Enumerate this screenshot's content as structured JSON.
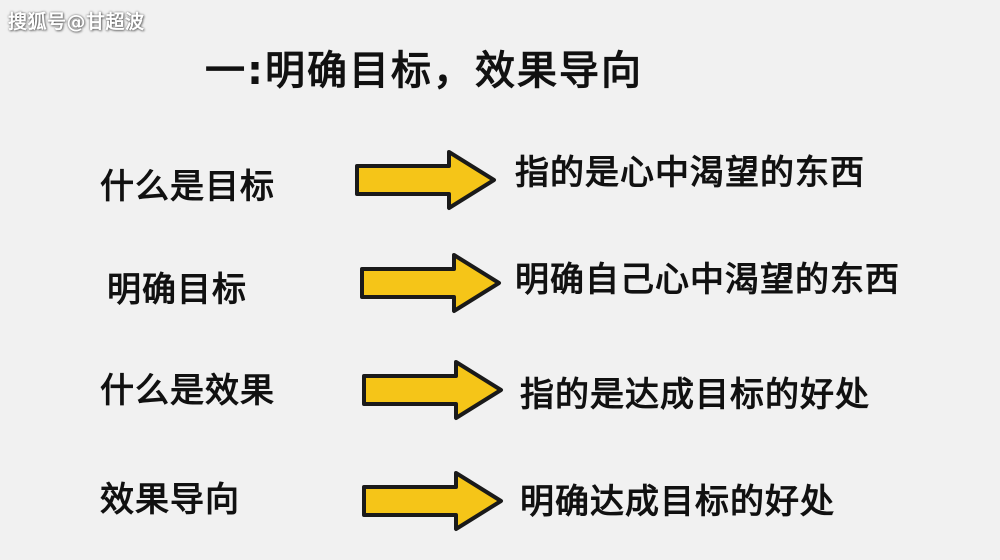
{
  "watermark": "搜狐号@甘超波",
  "title": "一:明确目标，效果导向",
  "rows": [
    {
      "term": "什么是目标",
      "definition": "指的是心中渴望的东西"
    },
    {
      "term": "明确目标",
      "definition": "明确自己心中渴望的东西"
    },
    {
      "term": "什么是效果",
      "definition": "指的是达成目标的好处"
    },
    {
      "term": "效果导向",
      "definition": "明确达成目标的好处"
    }
  ],
  "colors": {
    "background": "#f1f1f1",
    "arrow_fill": "#f5c518",
    "arrow_stroke": "#1a1a1a",
    "text": "#111111"
  },
  "icons": {
    "arrow": "right-arrow-icon"
  }
}
